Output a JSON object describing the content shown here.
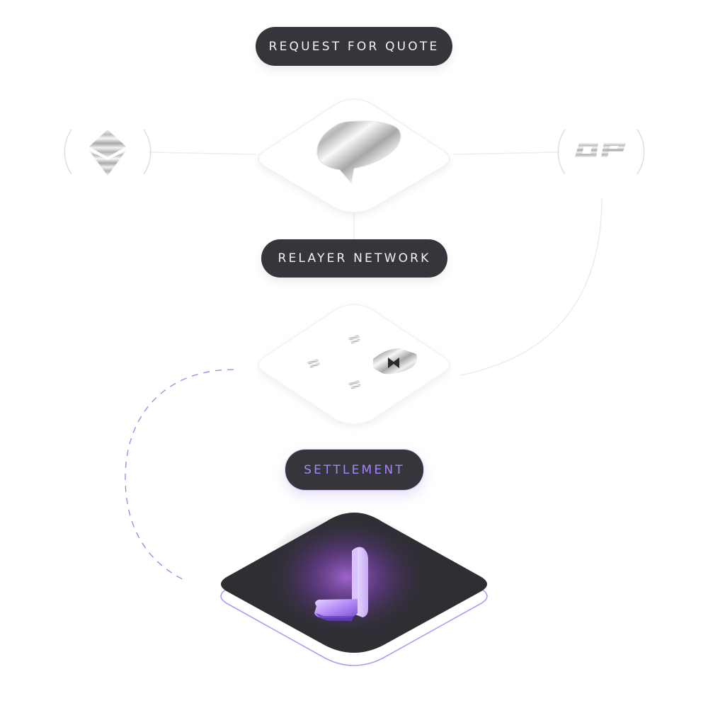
{
  "labels": {
    "request_for_quote": "REQUEST FOR QUOTE",
    "relayer_network": "RELAYER NETWORK",
    "settlement": "SETTLEMENT"
  },
  "icons": {
    "left_chain": "ethereum-icon",
    "right_chain": "optimism-icon",
    "quote": "chat-bubble-icon",
    "relayer": "relayer-node-icon",
    "settlement": "settlement-logo-icon"
  },
  "colors": {
    "pill_dark": "#35363b",
    "pill_text": "#f2f2f4",
    "accent_purple": "#a686f5",
    "settlement_base": "#2e2e33"
  }
}
